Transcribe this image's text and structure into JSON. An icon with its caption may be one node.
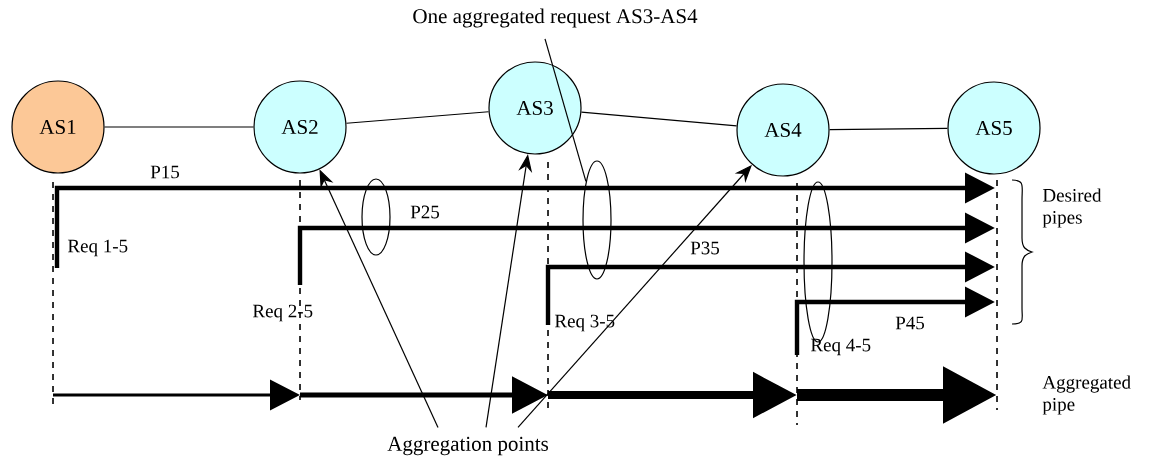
{
  "diagram": {
    "nodes": [
      {
        "text": [
          "One aggregated request AS3-AS4"
        ]
      },
      {
        "text": [
          "AS1"
        ]
      },
      {
        "text": [
          "AS2"
        ]
      },
      {
        "text": [
          "AS3"
        ]
      },
      {
        "text": [
          "AS4"
        ]
      },
      {
        "text": [
          "AS5"
        ]
      },
      {
        "text": [],
        "shape": "ellipse"
      },
      {
        "text": [],
        "shape": "ellipse"
      },
      {
        "text": [],
        "shape": "ellipse"
      },
      {
        "text": [
          "Aggregation points"
        ]
      }
    ],
    "edges": [
      {
        "from": 1,
        "to": 2,
        "arrow": "none"
      },
      {
        "from": 2,
        "to": 3,
        "arrow": "none"
      },
      {
        "from": 3,
        "to": 4,
        "arrow": "none"
      },
      {
        "from": 4,
        "to": 5,
        "arrow": "none"
      },
      {
        "from": 0,
        "to": 7,
        "arrow": "none"
      },
      {
        "from": 9,
        "to": 2,
        "arrow": "to"
      },
      {
        "from": 9,
        "to": 3,
        "arrow": "to"
      },
      {
        "from": 9,
        "to": 4,
        "arrow": "to"
      }
    ],
    "labels": [
      "P15",
      "Req 1-5",
      "P25",
      "Req 2-5",
      "P35",
      "Req 3-5",
      "P45",
      "Req 4-5",
      "Desired pipes",
      "Aggregated pipe"
    ]
  }
}
